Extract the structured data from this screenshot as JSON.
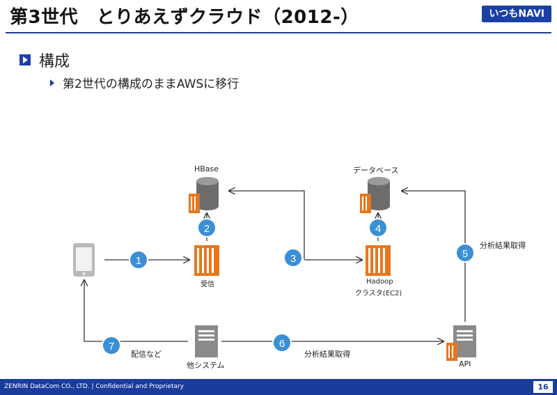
{
  "header": {
    "title": "第3世代　とりあえずクラウド（2012-）",
    "logo": "いつもNAVI"
  },
  "bullets": {
    "level1": "構成",
    "level2": "第2世代の構成のままAWSに移行"
  },
  "diagram": {
    "labels": {
      "hbase": "HBase",
      "database": "データベース",
      "receive": "受信",
      "hadoop_line1": "Hadoop",
      "hadoop_line2": "クラスタ(EC2)",
      "other_system": "他システム",
      "api": "API",
      "fetch_results_5": "分析結果取得",
      "fetch_results_6": "分析結果取得",
      "distribution": "配信など"
    },
    "steps": [
      "1",
      "2",
      "3",
      "4",
      "5",
      "6",
      "7"
    ],
    "colors": {
      "step": "#3a8fd6",
      "aws_orange": "#e8761c",
      "db_gray": "#707070",
      "server_gray": "#8a8a8a"
    }
  },
  "footer": {
    "company": "ZENRIN DataCom CO., LTD.  |  Confidential and Proprietary",
    "page": "16"
  }
}
